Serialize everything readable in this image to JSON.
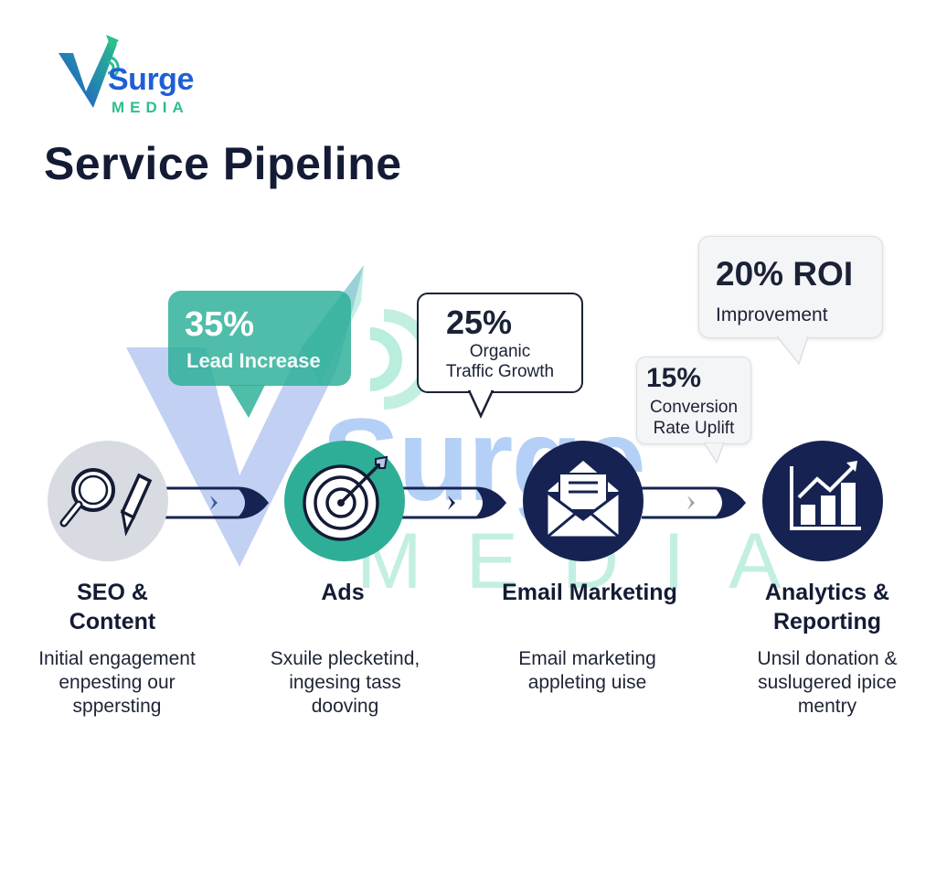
{
  "brand": {
    "name_top": "Surge",
    "name_bottom": "MEDIA",
    "colors": {
      "primary_blue": "#1f5fd6",
      "accent_green": "#2bbf8f",
      "navy": "#162352",
      "teal": "#2eae97"
    }
  },
  "title": "Service Pipeline",
  "watermark": {
    "top": "Surge",
    "bottom": "MEDIA"
  },
  "metrics": [
    {
      "value": "35%",
      "label": "Lead Increase"
    },
    {
      "value": "25%",
      "label_line1": "Organic",
      "label_line2": "Traffic Growth"
    },
    {
      "value": "15%",
      "label_line1": "Conversion",
      "label_line2": "Rate Uplift"
    },
    {
      "value": "20% ROI",
      "label": "Improvement"
    }
  ],
  "stages": [
    {
      "title_line1": "SEO &",
      "title_line2": "Content",
      "icon": "magnifier-pen-icon",
      "desc": [
        "Initial engagement",
        "enpesting our",
        "sppersting"
      ]
    },
    {
      "title_line1": "Ads",
      "title_line2": "",
      "icon": "target-icon",
      "desc": [
        "Sxuile plecketind,",
        "ingesing tass",
        "dooving"
      ]
    },
    {
      "title_line1": "Email Marketing",
      "title_line2": "",
      "icon": "envelope-icon",
      "desc": [
        "Email marketing",
        "appleting uise",
        ""
      ]
    },
    {
      "title_line1": "Analytics &",
      "title_line2": "Reporting",
      "icon": "bar-chart-icon",
      "desc": [
        "Unsil donation &",
        "suslugered ipice",
        "mentry"
      ]
    }
  ]
}
